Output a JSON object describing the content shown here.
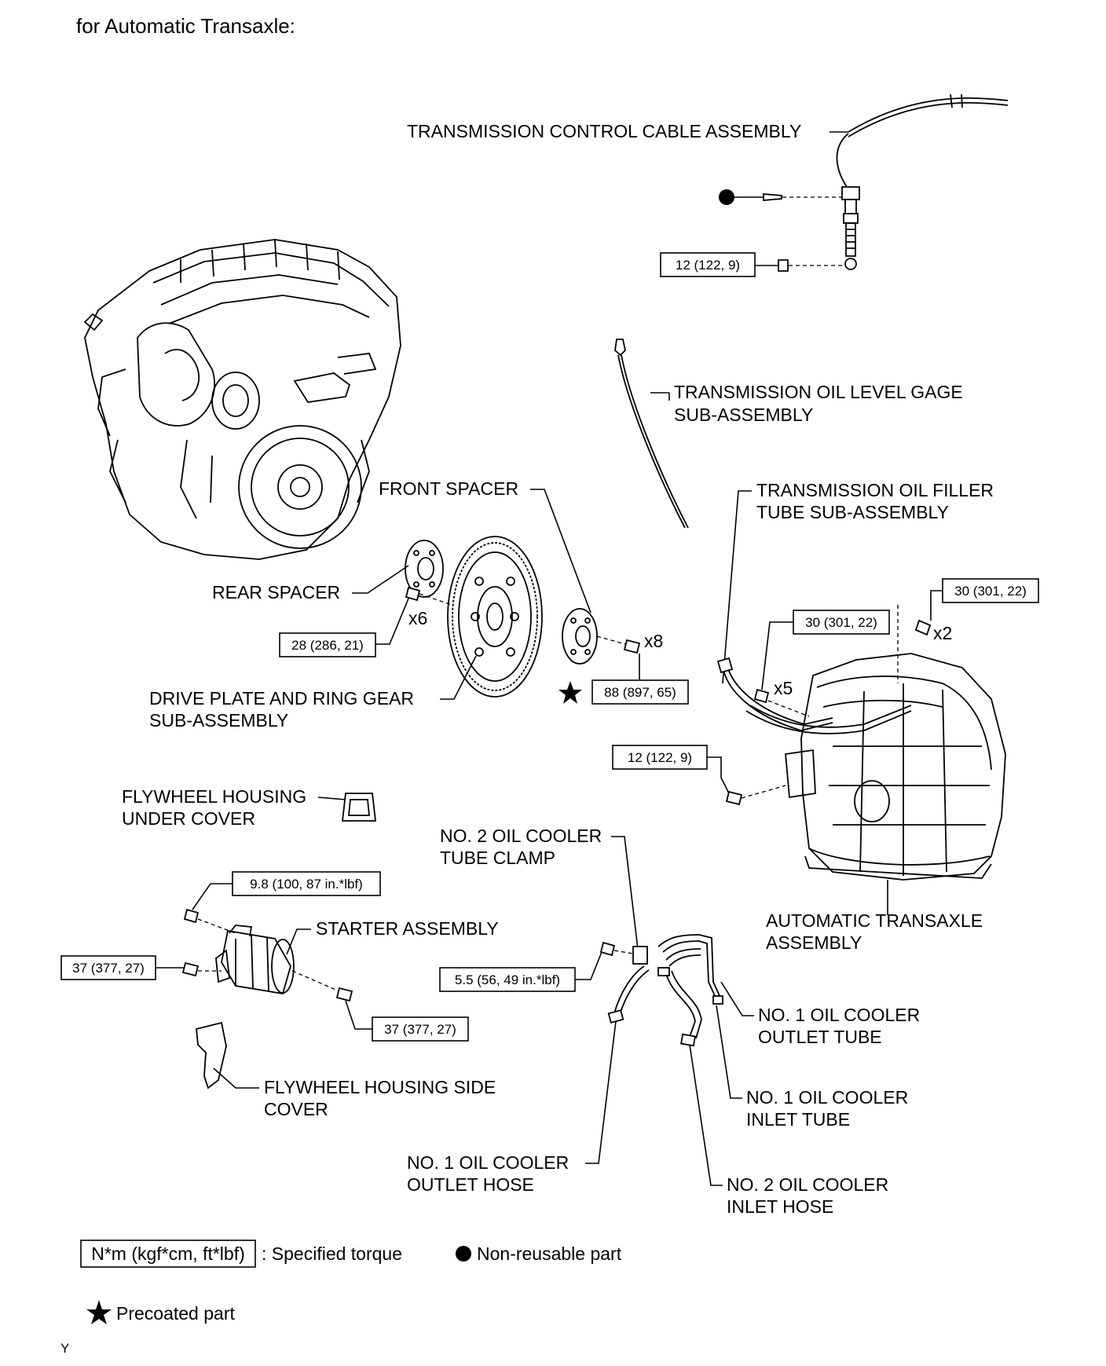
{
  "heading": "for Automatic Transaxle:",
  "labels": {
    "cable": "TRANSMISSION CONTROL CABLE ASSEMBLY",
    "gage_1": "TRANSMISSION OIL LEVEL GAGE",
    "gage_2": "SUB-ASSEMBLY",
    "filler_1": "TRANSMISSION OIL FILLER",
    "filler_2": "TUBE SUB-ASSEMBLY",
    "front_spacer": "FRONT SPACER",
    "rear_spacer": "REAR SPACER",
    "drive_plate_1": "DRIVE PLATE AND RING GEAR",
    "drive_plate_2": "SUB-ASSEMBLY",
    "flywheel_under_1": "FLYWHEEL HOUSING",
    "flywheel_under_2": "UNDER COVER",
    "clamp_1": "NO. 2 OIL COOLER",
    "clamp_2": "TUBE CLAMP",
    "starter": "STARTER ASSEMBLY",
    "transaxle_1": "AUTOMATIC TRANSAXLE",
    "transaxle_2": "ASSEMBLY",
    "outlet_tube_1": "NO. 1 OIL COOLER",
    "outlet_tube_2": "OUTLET TUBE",
    "inlet_tube_1": "NO. 1 OIL COOLER",
    "inlet_tube_2": "INLET TUBE",
    "side_cover_1": "FLYWHEEL HOUSING SIDE",
    "side_cover_2": "COVER",
    "outlet_hose_1": "NO. 1 OIL COOLER",
    "outlet_hose_2": "OUTLET HOSE",
    "inlet_hose_1": "NO. 2 OIL COOLER",
    "inlet_hose_2": "INLET HOSE"
  },
  "torques": {
    "cable_nut": "12 (122, 9)",
    "rear_bolt": "28 (286, 21)",
    "flywheel_bolt": "88 (897, 65)",
    "ta_top_right": "30 (301, 22)",
    "ta_top_left": "30 (301, 22)",
    "ta_side": "12 (122, 9)",
    "starter_top": "9.8 (100, 87 in.*lbf)",
    "starter_left": "37 (377, 27)",
    "starter_right": "37 (377, 27)",
    "clamp_bolt": "5.5 (56, 49 in.*lbf)"
  },
  "multipliers": {
    "rear_bolts": "x6",
    "flywheel_bolts": "x8",
    "ta_top_bolts": "x2",
    "ta_side_bolts": "x5"
  },
  "legend": {
    "torque_box": "N*m (kgf*cm, ft*lbf)",
    "torque_text": ": Specified torque",
    "nonreusable": "Non-reusable part",
    "precoated": "Precoated part"
  },
  "corner_mark": "Y",
  "icons": [
    "non-reusable-dot-icon",
    "precoated-star-icon"
  ]
}
